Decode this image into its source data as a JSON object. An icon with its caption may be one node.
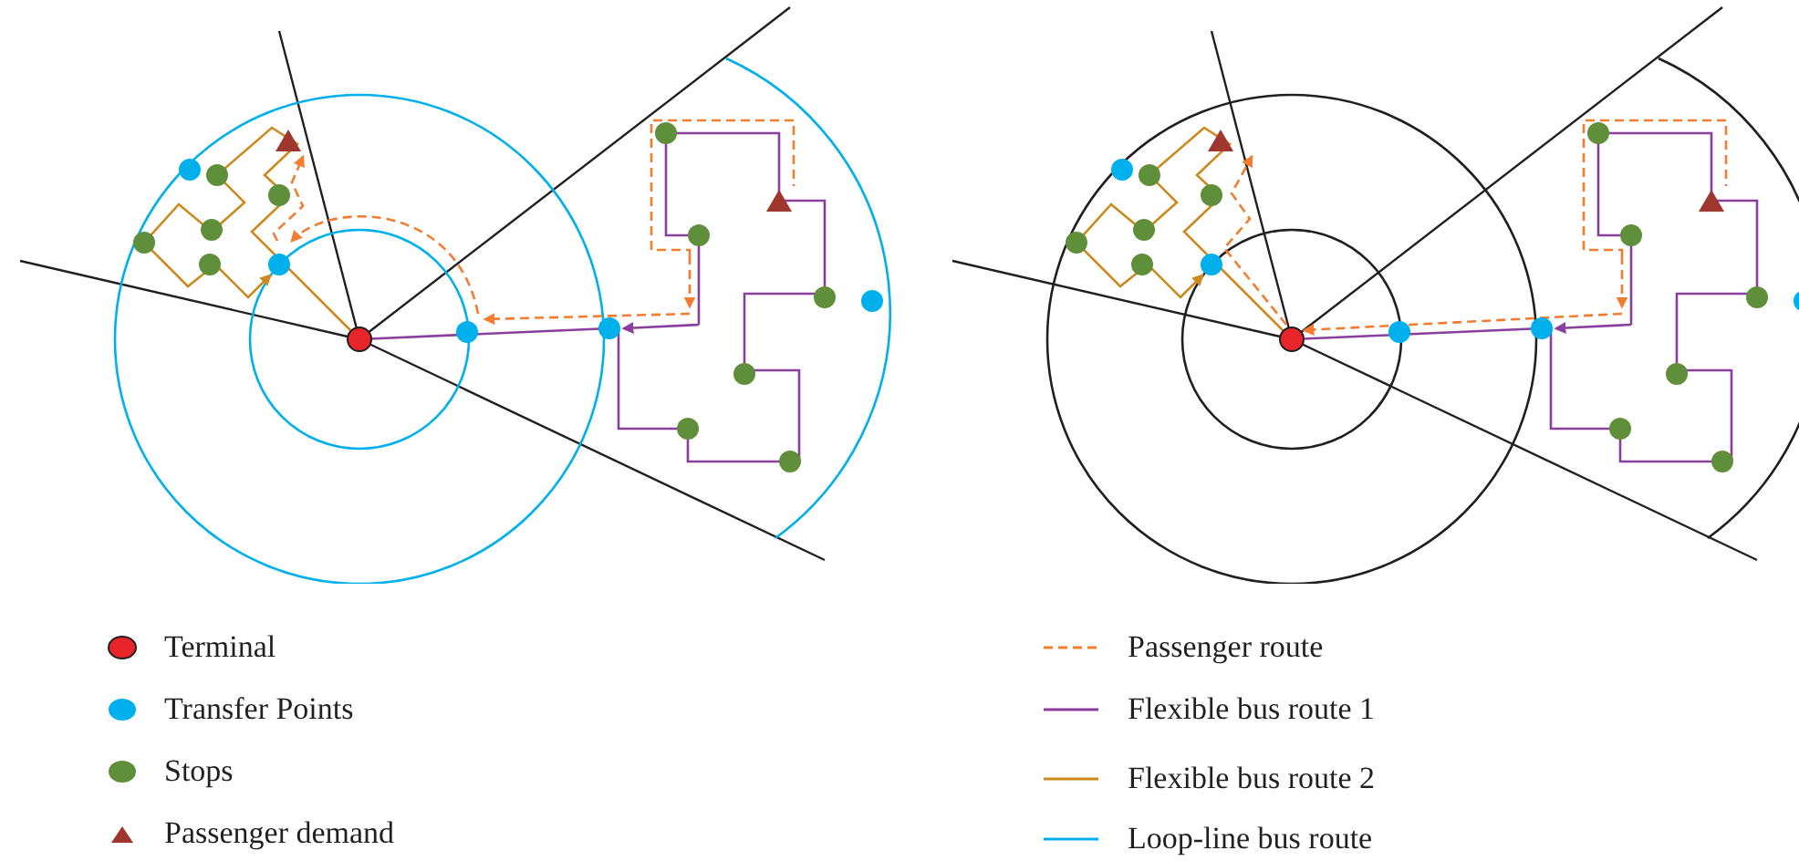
{
  "diagram": {
    "legend": [
      {
        "text": "Terminal",
        "color": "#e8262a"
      },
      {
        "text": "Transfer Points",
        "color": "#00b0ec"
      },
      {
        "text": "Stops",
        "color": "#5f8f3a"
      },
      {
        "text": "Passenger demand",
        "color": "#a0372e"
      },
      {
        "text": "Passenger route"
      },
      {
        "text": "Flexible bus route 1"
      },
      {
        "text": "Flexible bus route 2"
      },
      {
        "text": "Loop-line bus route"
      }
    ]
  }
}
